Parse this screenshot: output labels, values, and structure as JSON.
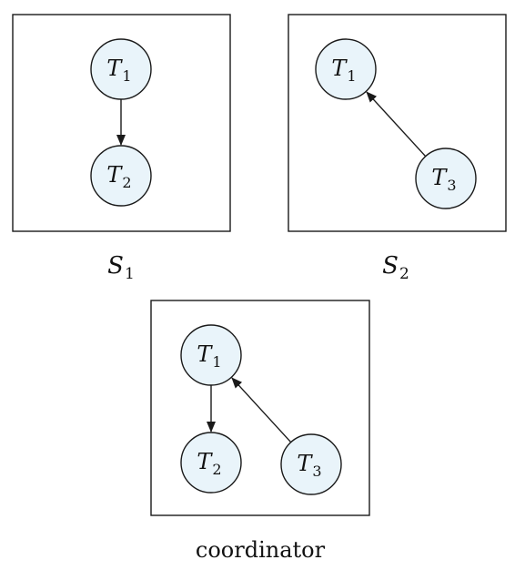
{
  "colors": {
    "node_fill": "#e9f4fa",
    "stroke": "#1a1a1a",
    "text": "#111111"
  },
  "panels": [
    {
      "id": "s1",
      "caption": {
        "main": "S",
        "sub": "1"
      },
      "nodes": [
        {
          "id": "t1",
          "label": "T",
          "sub": "1"
        },
        {
          "id": "t2",
          "label": "T",
          "sub": "2"
        }
      ],
      "edges": [
        {
          "from": "t1",
          "to": "t2"
        }
      ]
    },
    {
      "id": "s2",
      "caption": {
        "main": "S",
        "sub": "2"
      },
      "nodes": [
        {
          "id": "t1",
          "label": "T",
          "sub": "1"
        },
        {
          "id": "t3",
          "label": "T",
          "sub": "3"
        }
      ],
      "edges": [
        {
          "from": "t3",
          "to": "t1"
        }
      ]
    },
    {
      "id": "coordinator",
      "caption": {
        "text": "coordinator"
      },
      "nodes": [
        {
          "id": "t1",
          "label": "T",
          "sub": "1"
        },
        {
          "id": "t2",
          "label": "T",
          "sub": "2"
        },
        {
          "id": "t3",
          "label": "T",
          "sub": "3"
        }
      ],
      "edges": [
        {
          "from": "t1",
          "to": "t2"
        },
        {
          "from": "t3",
          "to": "t1"
        }
      ]
    }
  ]
}
